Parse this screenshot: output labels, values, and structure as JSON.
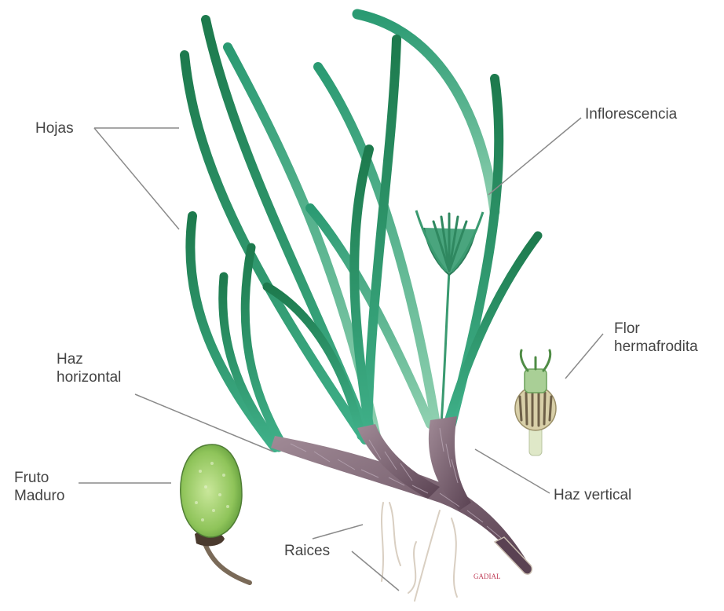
{
  "colors": {
    "leaf_dark": "#1f7a4c",
    "leaf_light": "#2aa57a",
    "stem_brown": "#7a5d6a",
    "fruit_green": "#8fc45a",
    "leader_line": "#8a8a8a",
    "label_text": "#444444",
    "signature": "#c0405a"
  },
  "labels": {
    "hojas": "Hojas",
    "inflorescencia": "Inflorescencia",
    "flor": "Flor\nhermafrodita",
    "haz_horizontal": "Haz\nhorizontal",
    "fruto": "Fruto\nMaduro",
    "haz_vertical": "Haz vertical",
    "raices": "Raices"
  },
  "signature": "GADIAL"
}
